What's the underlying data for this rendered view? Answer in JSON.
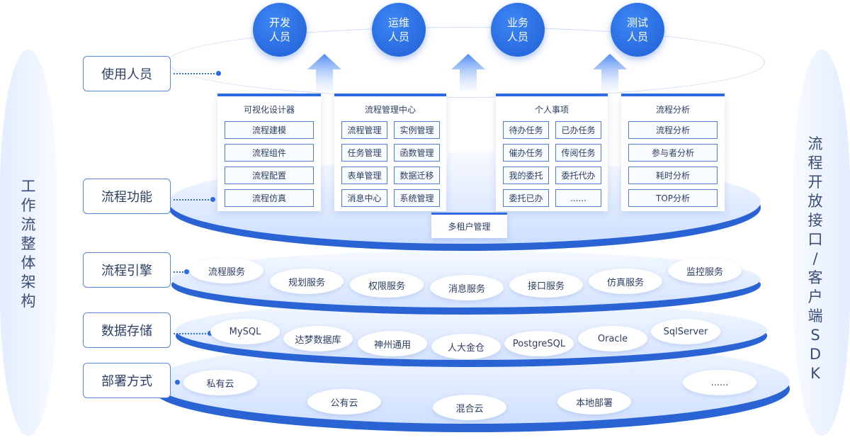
{
  "left_sidebar": "工作流整体架构",
  "right_sidebar": "流程开放接口/客户端SDK",
  "users": [
    {
      "line1": "开发",
      "line2": "人员"
    },
    {
      "line1": "运维",
      "line2": "人员"
    },
    {
      "line1": "业务",
      "line2": "人员"
    },
    {
      "line1": "测试",
      "line2": "人员"
    }
  ],
  "layers": {
    "users_label": "使用人员",
    "functions_label": "流程功能",
    "engine_label": "流程引擎",
    "storage_label": "数据存储",
    "deploy_label": "部署方式"
  },
  "panels": {
    "designer": {
      "title": "可视化设计器",
      "items": [
        "流程建模",
        "流程组件",
        "流程配置",
        "流程仿真"
      ]
    },
    "center": {
      "title": "流程管理中心",
      "items": [
        "流程管理",
        "实例管理",
        "任务管理",
        "函数管理",
        "表单管理",
        "数据迁移",
        "消息中心",
        "系统管理"
      ]
    },
    "personal": {
      "title": "个人事项",
      "items": [
        "待办任务",
        "已办任务",
        "催办任务",
        "传阅任务",
        "我的委托",
        "委托代办",
        "委托已办",
        "......"
      ]
    },
    "analysis": {
      "title": "流程分析",
      "items": [
        "流程分析",
        "参与者分析",
        "耗时分析",
        "TOP分析"
      ]
    }
  },
  "multi_tenant": "多租户管理",
  "engine_services": [
    "流程服务",
    "规划服务",
    "权限服务",
    "消息服务",
    "接口服务",
    "仿真服务",
    "监控服务"
  ],
  "storage": [
    "MySQL",
    "达梦数据库",
    "神州通用",
    "人大金仓",
    "PostgreSQL",
    "Oracle",
    "SqlServer"
  ],
  "deploy": [
    "私有云",
    "公有云",
    "混合云",
    "本地部署",
    "......"
  ],
  "colors": {
    "accent": "#2f6be0",
    "ellipse_light": "#e6efff",
    "ellipse_edge": "#1f5fd6"
  }
}
